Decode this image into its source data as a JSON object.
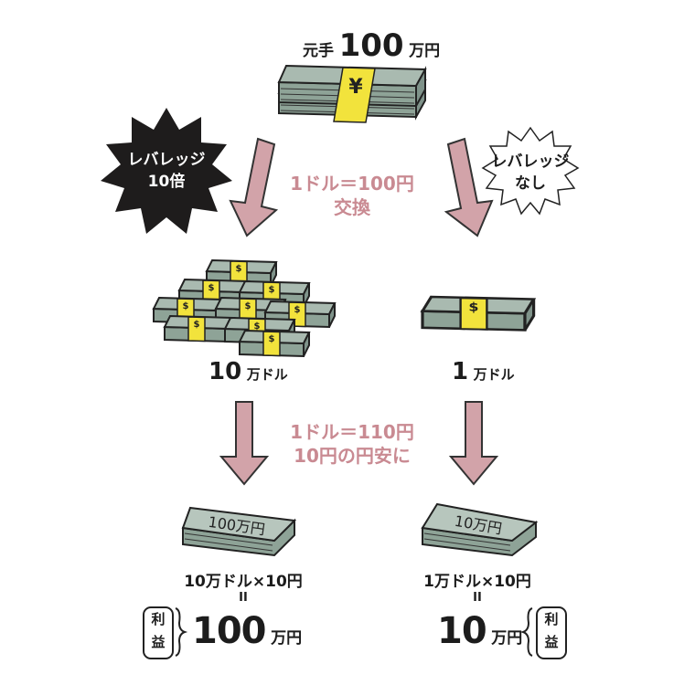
{
  "top": {
    "prefix": "元手",
    "amount": "100",
    "unit": "万円"
  },
  "left_star": {
    "line1": "レバレッジ",
    "line2": "10倍"
  },
  "right_star": {
    "line1": "レバレッジ",
    "line2": "なし"
  },
  "exchange1": {
    "line1": "1ドル＝100円",
    "line2": "交換"
  },
  "exchange2": {
    "line1": "1ドル＝110円",
    "line2": "10円の円安に"
  },
  "left_dollars": {
    "amount": "10",
    "unit": "万ドル"
  },
  "right_dollars": {
    "amount": "1",
    "unit": "万ドル"
  },
  "left_bundle_label": "100万円",
  "right_bundle_label": "10万円",
  "left_calc": {
    "formula": "10万ドル×10円",
    "equals": "II"
  },
  "right_calc": {
    "formula": "1万ドル×10円",
    "equals": "II"
  },
  "left_result": {
    "amount": "100",
    "unit": "万円"
  },
  "right_result": {
    "amount": "10",
    "unit": "万円"
  },
  "profit_badge": {
    "line1": "利",
    "line2": "益"
  },
  "colors": {
    "money": "#a9bab0",
    "band": "#f2e33c",
    "arrow": "#d2a3a9",
    "star_dark": "#1e1c1c",
    "text_pink": "#c98a92"
  }
}
